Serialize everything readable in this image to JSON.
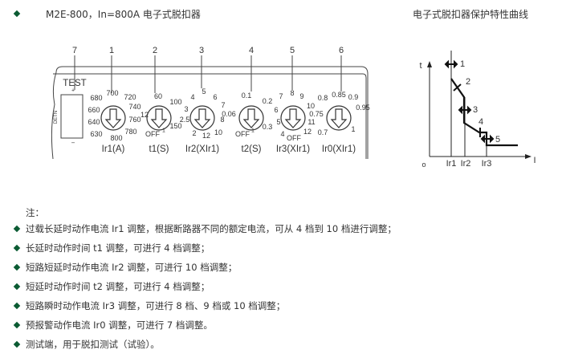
{
  "header": {
    "title": "M2E-800，In=800A 电子式脱扣器",
    "curve_title": "电子式脱扣器保护特性曲线"
  },
  "panel": {
    "test_label": "TEST",
    "test_side_label": "DETN",
    "test_plus": "+",
    "test_minus": "−",
    "callouts": [
      "7",
      "1",
      "2",
      "3",
      "4",
      "5",
      "6"
    ],
    "dials": [
      {
        "name": "Ir1(A)",
        "labels": [
          "680",
          "700",
          "720",
          "740",
          "760",
          "780",
          "800",
          "630",
          "640",
          "660"
        ]
      },
      {
        "name": "t1(S)",
        "labels": [
          "60",
          "100",
          "150",
          "12",
          "OFF",
          "1"
        ]
      },
      {
        "name": "Ir2(XIr1)",
        "labels": [
          "5",
          "4",
          "6",
          "3",
          "7",
          "8",
          "2.5",
          "2",
          "12",
          "10"
        ]
      },
      {
        "name": "t2(S)",
        "labels": [
          "0.1",
          "0.2",
          "0.06",
          "0.3",
          "OFF",
          "1"
        ]
      },
      {
        "name": "Ir3(XIr1)",
        "labels": [
          "8",
          "7",
          "9",
          "6",
          "10",
          "5",
          "11",
          "4",
          "OFF",
          "12"
        ]
      },
      {
        "name": "Ir0(XIr1)",
        "labels": [
          "0.85",
          "0.8",
          "0.9",
          "0.95",
          "0.75",
          "0.7",
          "1"
        ]
      }
    ]
  },
  "curve": {
    "y_axis_label": "t",
    "x_axis_label": "I",
    "origin_label": "o",
    "x_ticks": [
      "Ir1",
      "Ir2",
      "Ir3"
    ],
    "markers": [
      "1",
      "2",
      "3",
      "4",
      "5"
    ]
  },
  "notes": {
    "heading": "注：",
    "items": [
      "过载长延时动作电流 Ir1 调整，根据断路器不同的额定电流，可从 4 档到 10 档进行调整；",
      "长延时动作时间 t1 调整，可进行 4 档调整；",
      "短路短延时动作电流 Ir2 调整，可进行 10 档调整；",
      "短延时动作时间 t2 调整，可进行 4 档调整；",
      "短路瞬时动作电流 Ir3 调整，可进行 8 档、9 档或 10 档调整；",
      "预报警动作电流 Ir0 调整，可进行 7 档调整。",
      "测试端，用于脱扣测试（试验）。"
    ]
  },
  "colors": {
    "bullet": "#0b5b33",
    "text": "#333333"
  }
}
